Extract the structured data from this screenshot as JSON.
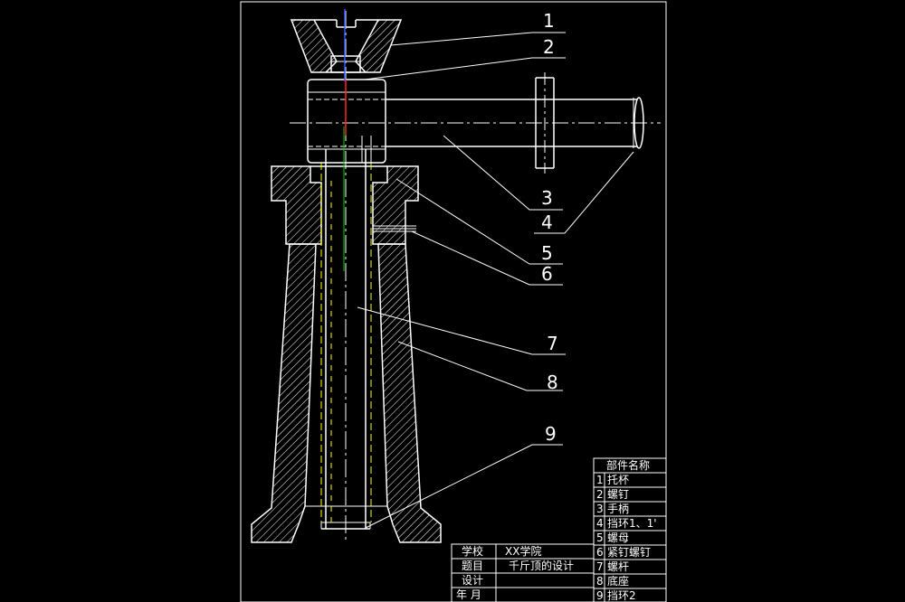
{
  "callouts": [
    "1",
    "2",
    "3",
    "4",
    "5",
    "6",
    "7",
    "8",
    "9"
  ],
  "parts_table": {
    "header": "部件名称",
    "rows": [
      {
        "no": "1",
        "name": "托杯"
      },
      {
        "no": "2",
        "name": "螺钉"
      },
      {
        "no": "3",
        "name": "手柄"
      },
      {
        "no": "4",
        "name": "挡环1、1'"
      },
      {
        "no": "5",
        "name": "螺母"
      },
      {
        "no": "6",
        "name": "紧钉螺钉"
      },
      {
        "no": "7",
        "name": "螺杆"
      },
      {
        "no": "8",
        "name": "底座"
      },
      {
        "no": "9",
        "name": "挡环2"
      }
    ]
  },
  "title_block": {
    "school_label": "学校",
    "school_value": "XX学院",
    "topic_label": "题目",
    "topic_value": "千斤顶的设计",
    "design_label": "设计",
    "date_label": "年  月"
  },
  "colors": {
    "background": "#000000",
    "line": "#ffffff",
    "hidden_line": "#ffff00",
    "axis_blue": "#3355ff",
    "axis_red": "#ff2222",
    "axis_green": "#00cc00"
  }
}
